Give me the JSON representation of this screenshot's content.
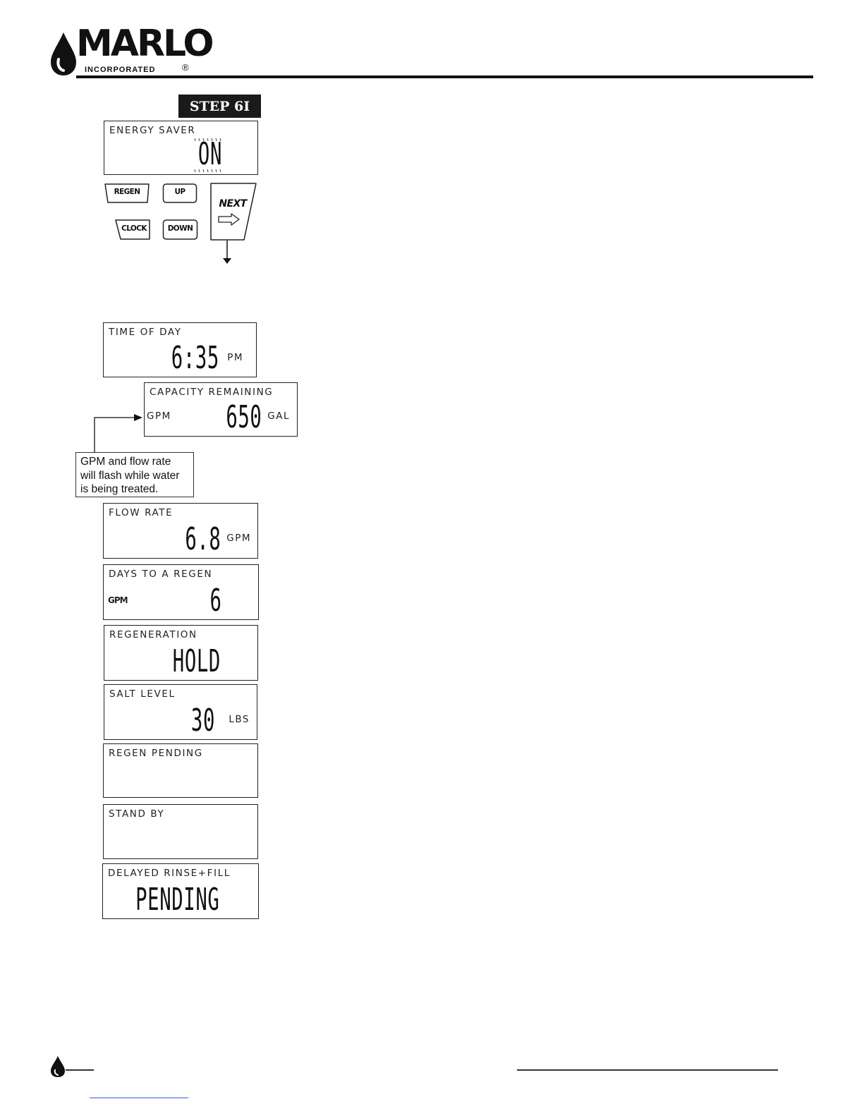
{
  "header": {
    "brand": "MARLO",
    "brand_sub": "INCORPORATED",
    "registered_mark": "®"
  },
  "step_label": "STEP 6I",
  "energy_saver": {
    "title": "ENERGY SAVER",
    "value": "ON"
  },
  "buttons": {
    "regen": "REGEN",
    "up": "UP",
    "clock": "CLOCK",
    "down": "DOWN",
    "next": "NEXT"
  },
  "screens": {
    "time_of_day": {
      "title": "TIME OF DAY",
      "value": "6:35",
      "unit": "PM"
    },
    "capacity_remaining": {
      "title": "CAPACITY REMAINING",
      "left_unit": "GPM",
      "value": "650",
      "unit": "GAL"
    },
    "flow_rate": {
      "title": "FLOW RATE",
      "value": "6.8",
      "unit": "GPM"
    },
    "days_to_regen": {
      "title": "DAYS TO A REGEN",
      "left_unit": "GPM",
      "value": "6"
    },
    "regeneration": {
      "title": "REGENERATION",
      "value": "HOLD"
    },
    "salt_level": {
      "title": "SALT LEVEL",
      "value": "30",
      "unit": "LBS"
    },
    "regen_pending": {
      "title": "REGEN PENDING"
    },
    "stand_by": {
      "title": "STAND BY"
    },
    "delayed_rinse": {
      "title": "DELAYED RINSE+FILL",
      "value": "PENDING"
    }
  },
  "callout": {
    "line1": "GPM and flow rate",
    "line2": "will flash while water",
    "line3": "is being treated."
  },
  "colors": {
    "ink": "#111111",
    "step_bg": "#1a1a1a",
    "link_line": "#3a5ad8"
  }
}
